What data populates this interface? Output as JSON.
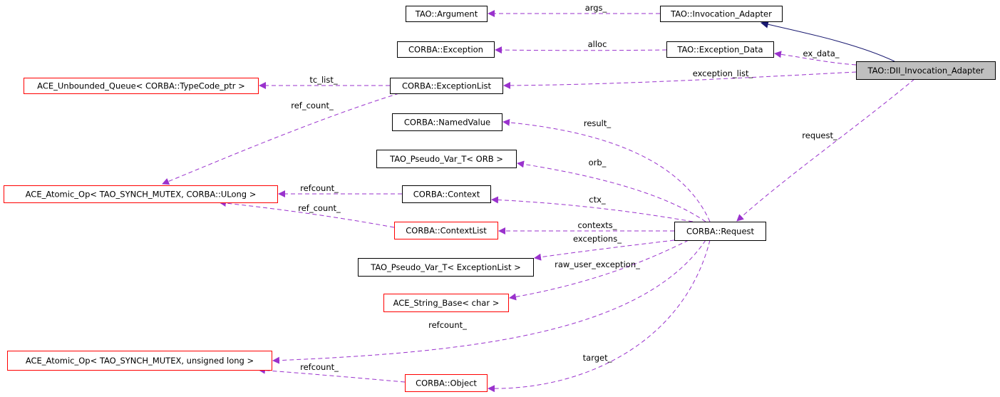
{
  "colors": {
    "usage_edge": "#9a32cd",
    "inherit_edge": "#191970",
    "node_default_border": "#000000",
    "node_incomplete_border": "#ff0000",
    "node_focus_fill": "#bfbfbf",
    "node_fill": "#ffffff"
  },
  "nodes": [
    {
      "id": "argument",
      "label": "TAO::Argument",
      "border": "black"
    },
    {
      "id": "inv_adapter",
      "label": "TAO::Invocation_Adapter",
      "border": "black"
    },
    {
      "id": "corba_exception",
      "label": "CORBA::Exception",
      "border": "black"
    },
    {
      "id": "exception_data",
      "label": "TAO::Exception_Data",
      "border": "black"
    },
    {
      "id": "dii_adapter",
      "label": "TAO::DII_Invocation_Adapter",
      "border": "black",
      "focus": true
    },
    {
      "id": "unbounded_queue",
      "label": "ACE_Unbounded_Queue< CORBA::TypeCode_ptr >",
      "border": "red"
    },
    {
      "id": "exception_list",
      "label": "CORBA::ExceptionList",
      "border": "black"
    },
    {
      "id": "named_value",
      "label": "CORBA::NamedValue",
      "border": "black"
    },
    {
      "id": "pseudo_orb",
      "label": "TAO_Pseudo_Var_T< ORB >",
      "border": "black"
    },
    {
      "id": "atomic_ulong",
      "label": "ACE_Atomic_Op< TAO_SYNCH_MUTEX, CORBA::ULong >",
      "border": "red"
    },
    {
      "id": "context",
      "label": "CORBA::Context",
      "border": "black"
    },
    {
      "id": "context_list",
      "label": "CORBA::ContextList",
      "border": "red"
    },
    {
      "id": "request",
      "label": "CORBA::Request",
      "border": "black"
    },
    {
      "id": "pseudo_exlist",
      "label": "TAO_Pseudo_Var_T< ExceptionList >",
      "border": "black"
    },
    {
      "id": "string_base",
      "label": "ACE_String_Base< char >",
      "border": "red"
    },
    {
      "id": "atomic_unsigned",
      "label": "ACE_Atomic_Op< TAO_SYNCH_MUTEX, unsigned long >",
      "border": "red"
    },
    {
      "id": "corba_object",
      "label": "CORBA::Object",
      "border": "red"
    }
  ],
  "edges": [
    {
      "id": "dii-inherits-inv",
      "kind": "inherit",
      "from": "dii_adapter",
      "to": "inv_adapter",
      "label": ""
    },
    {
      "id": "inv-args",
      "kind": "usage",
      "from": "inv_adapter",
      "to": "argument",
      "label": "args_"
    },
    {
      "id": "exdata-alloc",
      "kind": "usage",
      "from": "exception_data",
      "to": "corba_exception",
      "label": "alloc"
    },
    {
      "id": "dii-exdata",
      "kind": "usage",
      "from": "dii_adapter",
      "to": "exception_data",
      "label": "ex_data_"
    },
    {
      "id": "dii-exlist",
      "kind": "usage",
      "from": "dii_adapter",
      "to": "exception_list",
      "label": "exception_list_"
    },
    {
      "id": "exlist-tclist",
      "kind": "usage",
      "from": "exception_list",
      "to": "unbounded_queue",
      "label": "tc_list_"
    },
    {
      "id": "exlist-refcount",
      "kind": "usage",
      "from": "exception_list",
      "to": "atomic_ulong",
      "label": "ref_count_"
    },
    {
      "id": "dii-request",
      "kind": "usage",
      "from": "dii_adapter",
      "to": "request",
      "label": "request_"
    },
    {
      "id": "req-result",
      "kind": "usage",
      "from": "request",
      "to": "named_value",
      "label": "result_"
    },
    {
      "id": "req-orb",
      "kind": "usage",
      "from": "request",
      "to": "pseudo_orb",
      "label": "orb_"
    },
    {
      "id": "ctx-refcount",
      "kind": "usage",
      "from": "context",
      "to": "atomic_ulong",
      "label": "refcount_"
    },
    {
      "id": "req-ctx",
      "kind": "usage",
      "from": "request",
      "to": "context",
      "label": "ctx_"
    },
    {
      "id": "ctxlist-refcount",
      "kind": "usage",
      "from": "context_list",
      "to": "atomic_ulong",
      "label": "ref_count_"
    },
    {
      "id": "req-contexts",
      "kind": "usage",
      "from": "request",
      "to": "context_list",
      "label": "contexts_"
    },
    {
      "id": "req-exceptions",
      "kind": "usage",
      "from": "request",
      "to": "pseudo_exlist",
      "label": "exceptions_"
    },
    {
      "id": "req-rawuser",
      "kind": "usage",
      "from": "request",
      "to": "string_base",
      "label": "raw_user_exception_"
    },
    {
      "id": "req-refcount",
      "kind": "usage",
      "from": "request",
      "to": "atomic_unsigned",
      "label": "refcount_"
    },
    {
      "id": "obj-refcount",
      "kind": "usage",
      "from": "corba_object",
      "to": "atomic_unsigned",
      "label": "refcount_"
    },
    {
      "id": "req-target",
      "kind": "usage",
      "from": "request",
      "to": "corba_object",
      "label": "target_"
    }
  ]
}
